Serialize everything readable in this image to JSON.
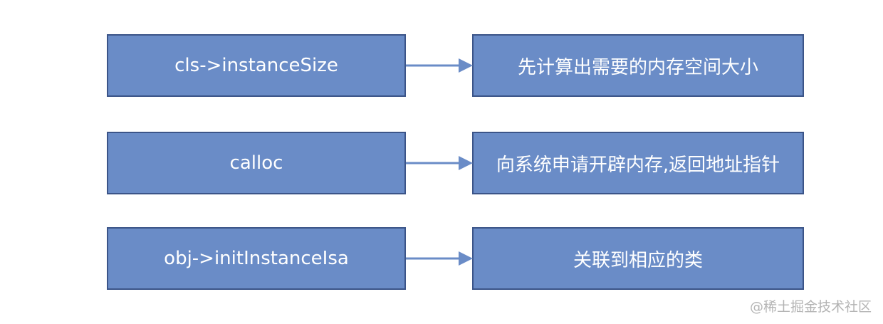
{
  "steps": [
    {
      "left": "cls->instanceSize",
      "right": "先计算出需要的内存空间大小"
    },
    {
      "left": "calloc",
      "right": "向系统申请开辟内存,返回地址指针"
    },
    {
      "left": "obj->initInstanceIsa",
      "right": "关联到相应的类"
    }
  ],
  "watermark": "@稀土掘金技术社区",
  "colors": {
    "box_fill": "#6a8cc7",
    "box_border": "#3b5488",
    "arrow": "#6a8cc7",
    "text": "#ffffff"
  }
}
